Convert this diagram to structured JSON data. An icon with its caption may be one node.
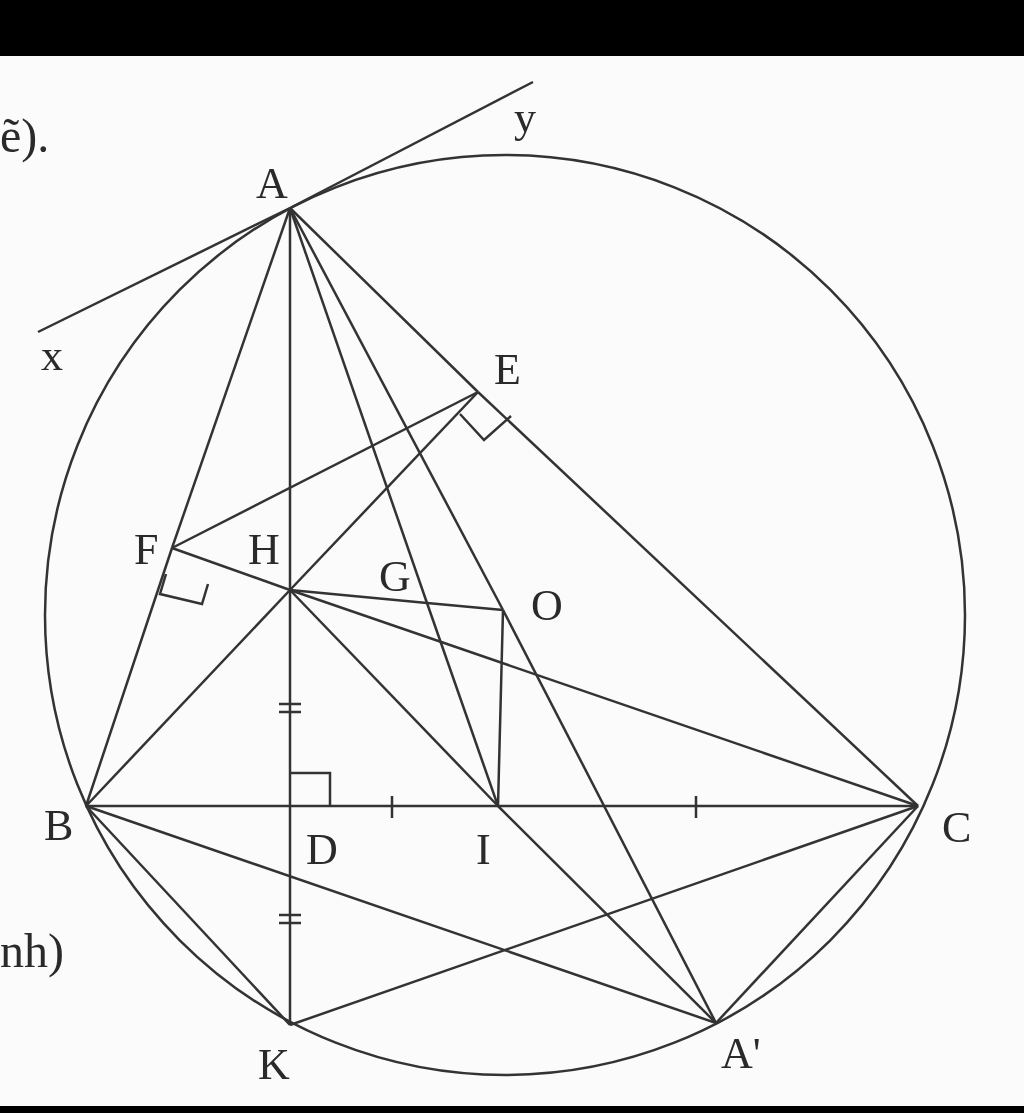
{
  "diagram": {
    "nodes": [
      {
        "text": [
          "A"
        ]
      },
      {
        "text": [
          "x"
        ]
      },
      {
        "text": [
          "y"
        ]
      },
      {
        "text": [
          "E"
        ]
      },
      {
        "text": [
          "F"
        ]
      },
      {
        "text": [
          "H"
        ]
      },
      {
        "text": [
          "G"
        ]
      },
      {
        "text": [
          "O"
        ]
      },
      {
        "text": [
          "B"
        ]
      },
      {
        "text": [
          "D"
        ]
      },
      {
        "text": [
          "I"
        ]
      },
      {
        "text": [
          "C"
        ]
      },
      {
        "text": [
          "K"
        ]
      },
      {
        "text": [
          "A'"
        ]
      }
    ],
    "edges": [
      {
        "from": 1,
        "to": 0,
        "arrow": "none"
      },
      {
        "from": 0,
        "to": 2,
        "arrow": "none"
      },
      {
        "from": 0,
        "to": 4,
        "arrow": "none"
      },
      {
        "from": 4,
        "to": 8,
        "arrow": "none"
      },
      {
        "from": 0,
        "to": 5,
        "arrow": "none"
      },
      {
        "from": 5,
        "to": 9,
        "arrow": "none"
      },
      {
        "from": 9,
        "to": 12,
        "arrow": "none"
      },
      {
        "from": 0,
        "to": 6,
        "arrow": "none"
      },
      {
        "from": 6,
        "to": 10,
        "arrow": "none"
      },
      {
        "from": 0,
        "to": 7,
        "arrow": "none"
      },
      {
        "from": 7,
        "to": 13,
        "arrow": "none"
      },
      {
        "from": 0,
        "to": 3,
        "arrow": "none"
      },
      {
        "from": 3,
        "to": 11,
        "arrow": "none"
      },
      {
        "from": 4,
        "to": 3,
        "arrow": "none"
      },
      {
        "from": 8,
        "to": 5,
        "arrow": "none"
      },
      {
        "from": 5,
        "to": 3,
        "arrow": "none"
      },
      {
        "from": 4,
        "to": 5,
        "arrow": "none"
      },
      {
        "from": 5,
        "to": 11,
        "arrow": "none"
      },
      {
        "from": 5,
        "to": 6,
        "arrow": "none"
      },
      {
        "from": 6,
        "to": 7,
        "arrow": "none"
      },
      {
        "from": 7,
        "to": 10,
        "arrow": "none"
      },
      {
        "from": 8,
        "to": 9,
        "arrow": "none"
      },
      {
        "from": 9,
        "to": 10,
        "arrow": "none"
      },
      {
        "from": 10,
        "to": 11,
        "arrow": "none"
      },
      {
        "from": 5,
        "to": 10,
        "arrow": "none"
      },
      {
        "from": 10,
        "to": 13,
        "arrow": "none"
      },
      {
        "from": 8,
        "to": 12,
        "arrow": "none"
      },
      {
        "from": 12,
        "to": 11,
        "arrow": "none"
      },
      {
        "from": 8,
        "to": 13,
        "arrow": "none"
      },
      {
        "from": 13,
        "to": 11,
        "arrow": "none"
      }
    ],
    "labels": [
      "ẽ).",
      "nh)"
    ]
  }
}
